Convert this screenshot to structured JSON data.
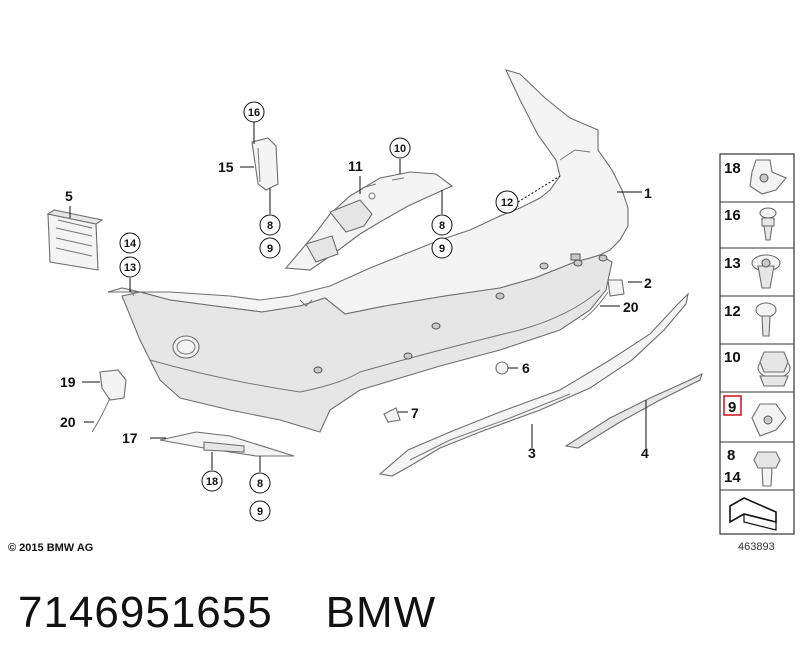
{
  "diagram": {
    "callouts": {
      "c1": "1",
      "c2": "2",
      "c3": "3",
      "c4": "4",
      "c5": "5",
      "c6": "6",
      "c7": "7",
      "c8a": "8",
      "c8b": "8",
      "c8c": "8",
      "c9a": "9",
      "c9b": "9",
      "c9c": "9",
      "c10": "10",
      "c11": "11",
      "c12": "12",
      "c13": "13",
      "c14": "14",
      "c15": "15",
      "c16": "16",
      "c17": "17",
      "c18a": "18",
      "c19": "19",
      "c20a": "20",
      "c20b": "20"
    },
    "sidebar": {
      "items": [
        {
          "label": "18"
        },
        {
          "label": "16"
        },
        {
          "label": "13"
        },
        {
          "label": "12"
        },
        {
          "label": "10"
        },
        {
          "label": "9"
        },
        {
          "label": "8",
          "label2": "14"
        }
      ],
      "highlight_color": "#d0202a"
    },
    "copyright": "© 2015 BMW AG",
    "diagram_number": "463893"
  },
  "footer": {
    "part_number": "7146951655",
    "brand": "BMW"
  }
}
